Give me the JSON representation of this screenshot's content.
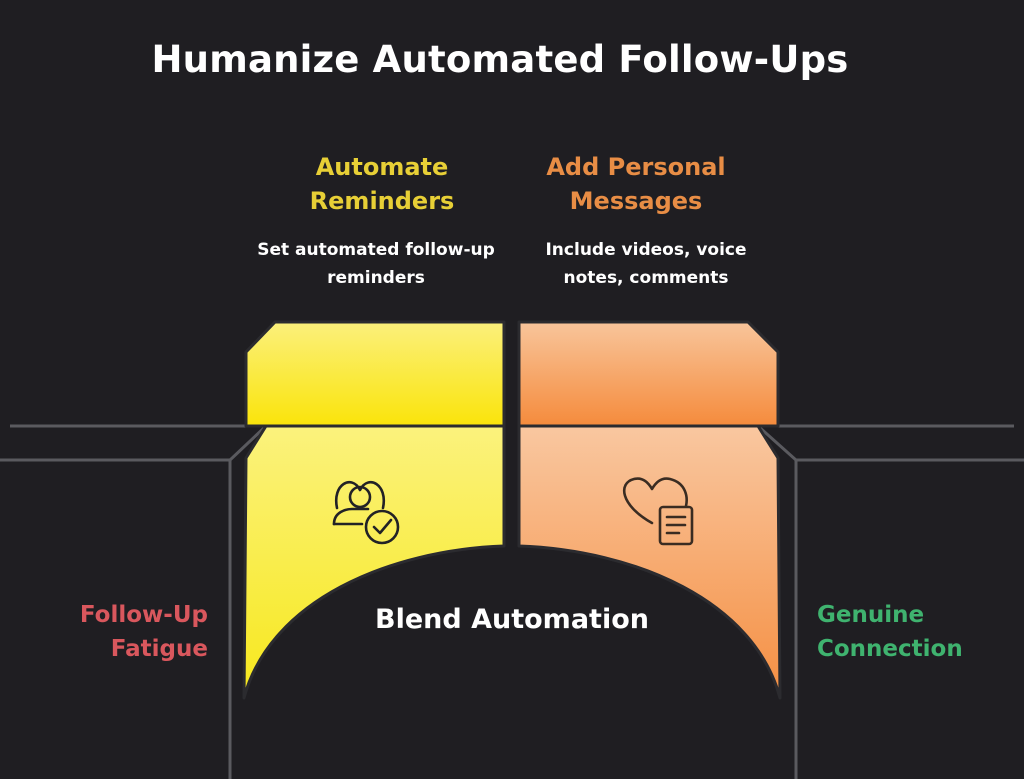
{
  "title": "Humanize Automated Follow-Ups",
  "left_panel": {
    "heading": "Automate\nReminders",
    "description": "Set automated follow-up\nreminders",
    "icon": "user-check-icon",
    "color_top": "#fae82e",
    "color_bottom": "#f8f03a"
  },
  "right_panel": {
    "heading": "Add Personal\nMessages",
    "description": "Include videos, voice\nnotes, comments",
    "icon": "heart-document-icon",
    "color_top": "#f6a466",
    "color_bottom": "#f7a261"
  },
  "center_label": "Blend Automation",
  "left_outcome": "Follow-Up\nFatigue",
  "right_outcome": "Genuine\nConnection",
  "colors": {
    "background": "#1f1e22",
    "lines": "#5a5a5f",
    "left_heading": "#e7cf36",
    "right_heading": "#e88d45",
    "left_outcome": "#d9575d",
    "right_outcome": "#3fb36f"
  }
}
